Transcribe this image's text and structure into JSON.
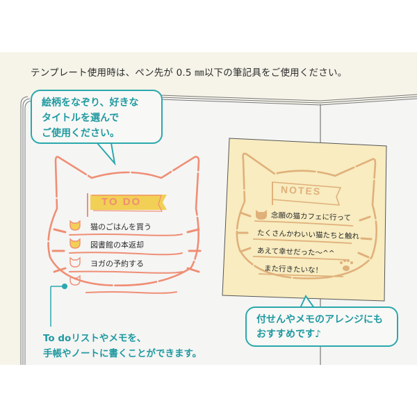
{
  "instructions": {
    "top_note": "テンプレート使用時は、ペン先が 0.5 ㎜以下の筆記具をご使用ください。"
  },
  "callouts": {
    "trace_bubble": {
      "lines": [
        "絵柄をなぞり、好きな",
        "タイトルを選んで",
        "ご使用ください。"
      ]
    },
    "todo_caption": {
      "lines": [
        "To doリストやメモを、",
        "手帳やノートに書くことができます。"
      ]
    },
    "sticky_bubble": {
      "lines": [
        "付せんやメモのアレンジにも",
        "おすすめです♪"
      ]
    }
  },
  "todo_template": {
    "title": "TO DO",
    "items": [
      {
        "text": "猫のごはんを買う",
        "checked": true
      },
      {
        "text": "図書館の本返却",
        "checked": true
      },
      {
        "text": "ヨガの予約する",
        "checked": false
      },
      {
        "text": "",
        "checked": false
      }
    ]
  },
  "notes_template": {
    "title": "NOTES",
    "lines": [
      "念願の猫カフェに行って",
      "たくさんかわいい猫たちと触れ",
      "あえて幸せだった～^^",
      "また行きたいな！"
    ]
  },
  "colors": {
    "band": "#f6f4e9",
    "accent_teal": "#2aa8ad",
    "todo_stroke": "#ef8e74",
    "todo_banner": "#f2cf55",
    "sticky_note": "#f8ecc0",
    "notes_stroke": "#e0b07a"
  }
}
